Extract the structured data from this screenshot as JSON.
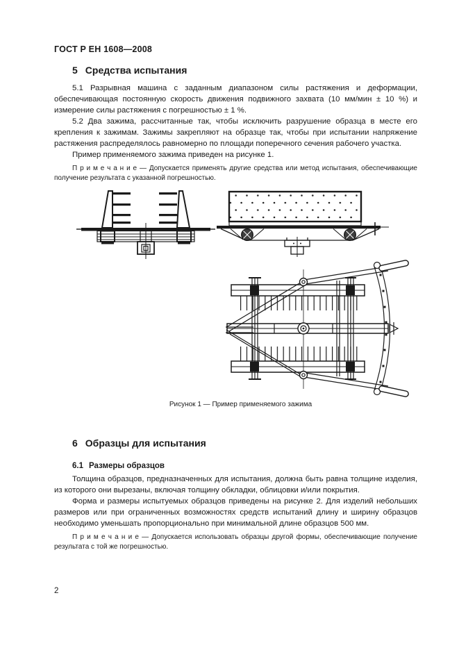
{
  "colors": {
    "ink": "#1a1a1a",
    "paper": "#ffffff"
  },
  "page": {
    "header": "ГОСТ Р ЕН 1608—2008",
    "page_number": "2"
  },
  "section5": {
    "number": "5",
    "title": "Средства испытания",
    "p51": "5.1  Разрывная машина с заданным диапазоном силы растяжения и деформации, обеспечивающая постоянную скорость движения подвижного захвата (10 мм/мин ± 10 %) и измерение силы растяжения с погрешностью ± 1 %.",
    "p52": "5.2  Два зажима, рассчитанные так, чтобы исключить разрушение образца в месте его крепления к зажимам. Зажимы закрепляют на образце так, чтобы при испытании напряжение растяжения распределялось равномерно по площади поперечного сечения рабочего участка.",
    "p_example": "Пример применяемого зажима приведен на рисунке 1.",
    "note": "П р и м е ч а н и е — Допускается применять другие средства или метод испытания, обеспечивающие получение результата с указанной погрешностью."
  },
  "figure1": {
    "caption": "Рисунок 1 — Пример применяемого зажима"
  },
  "section6": {
    "number": "6",
    "title": "Образцы для испытания",
    "sub_number": "6.1",
    "sub_title": "Размеры образцов",
    "p_thickness": "Толщина образцов, предназначенных для испытания, должна быть равна толщине изделия, из которого они вырезаны, включая толщину обкладки, облицовки и/или покрытия.",
    "p_form": "Форма и размеры испытуемых образцов приведены на рисунке 2. Для изделий небольших размеров или при ограниченных возможностях средств испытаний длину и ширину образцов необходимо уменьшать пропорционально при минимальной длине образцов 500 мм.",
    "note": "П р и м е ч а н и е — Допускается использовать образцы другой формы, обеспечивающие получение результата с той же погрешностью."
  }
}
